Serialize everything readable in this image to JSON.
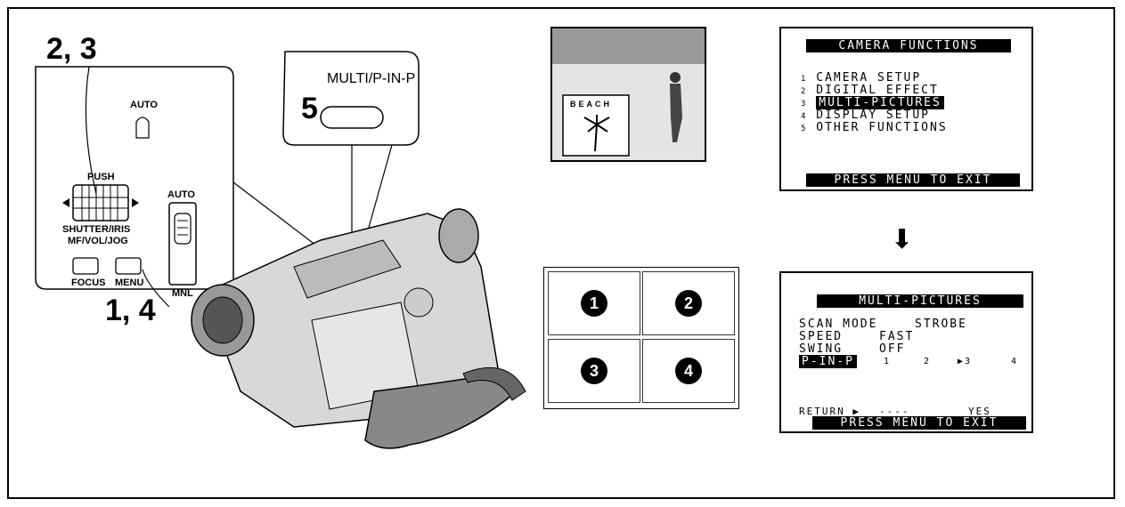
{
  "steps": {
    "s23": "2, 3",
    "s14": "1, 4",
    "s5": "5"
  },
  "controls": {
    "auto_top": "AUTO",
    "push": "PUSH",
    "auto_switch": "AUTO",
    "shutter_iris": "SHUTTER/IRIS",
    "mf_vol_jog": "MF/VOL/JOG",
    "focus": "FOCUS",
    "menu": "MENU",
    "mnl": "MNL",
    "multi_pinp": "MULTI/P-IN-P"
  },
  "photo": {
    "sign_text": "BEACH"
  },
  "camera_functions": {
    "title": "CAMERA FUNCTIONS",
    "items": [
      {
        "num": "1",
        "label": "CAMERA SETUP"
      },
      {
        "num": "2",
        "label": "DIGITAL EFFECT"
      },
      {
        "num": "3",
        "label": "MULTI-PICTURES"
      },
      {
        "num": "4",
        "label": "DISPLAY SETUP"
      },
      {
        "num": "5",
        "label": "OTHER FUNCTIONS"
      }
    ],
    "footer": "PRESS MENU TO EXIT"
  },
  "arrow": "⬇",
  "quads": [
    "1",
    "2",
    "3",
    "4"
  ],
  "multi_pictures": {
    "title": "MULTI-PICTURES",
    "scan_mode_label": "SCAN MODE",
    "scan_mode_value": "STROBE",
    "speed_label": "SPEED",
    "speed_value": "FAST",
    "swing_label": "SWING",
    "swing_value": "OFF",
    "pinp_label": "P-IN-P",
    "pinp_opt1": "1",
    "pinp_opt2": "2",
    "pinp_opt3": "▶3",
    "pinp_opt4": "4",
    "return_label": "RETURN ▶",
    "return_dashes": "----",
    "return_value": "YES",
    "footer": "PRESS MENU TO EXIT"
  }
}
